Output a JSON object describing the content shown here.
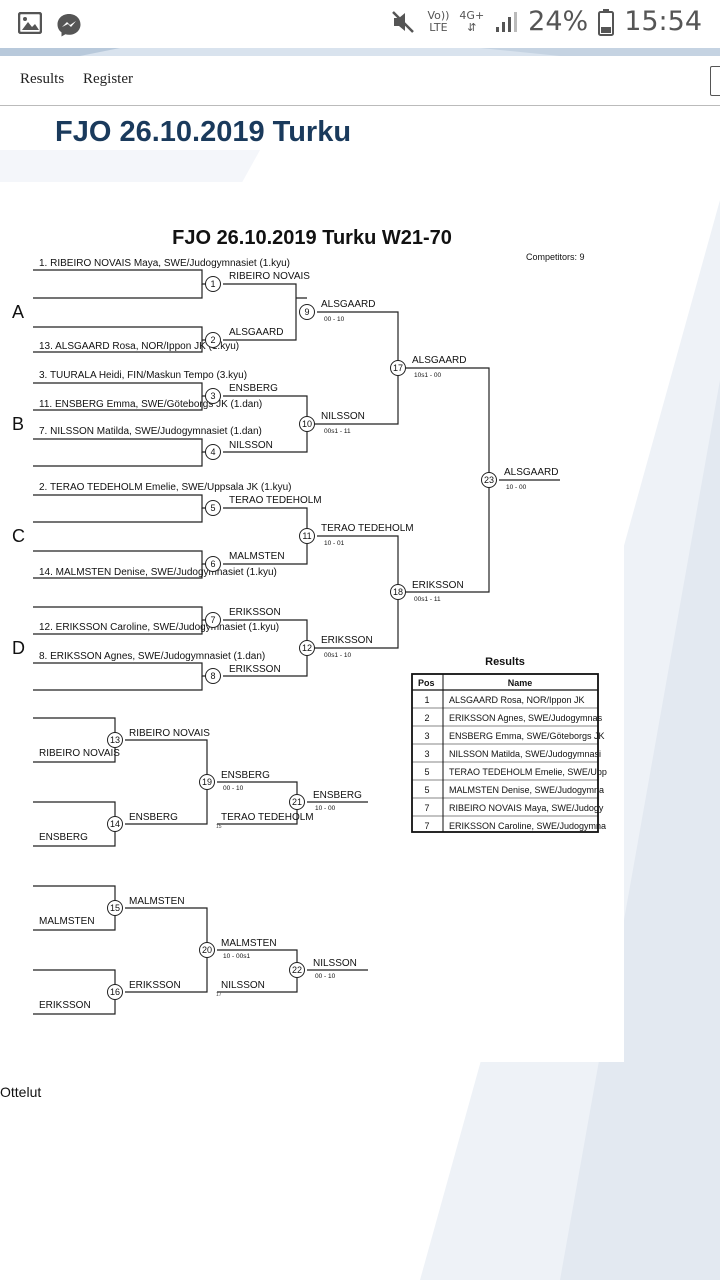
{
  "status": {
    "battery": "24%",
    "time": "15:54",
    "volte_top": "Vo))",
    "volte_bottom": "LTE",
    "network": "4G+"
  },
  "nav": {
    "items": [
      "Results",
      "Register"
    ]
  },
  "page": {
    "title": "FJO 26.10.2019 Turku"
  },
  "bracket": {
    "title": "FJO  26.10.2019  Turku    W21-70",
    "competitors": "Competitors: 9",
    "pools": [
      "A",
      "B",
      "C",
      "D"
    ],
    "entries": [
      "1. RIBEIRO NOVAIS Maya, SWE/Judogymnasiet (1.kyu)",
      "13. ALSGAARD Rosa, NOR/Ippon JK (1.kyu)",
      "3. TUURALA Heidi, FIN/Maskun Tempo (3.kyu)",
      "11. ENSBERG Emma, SWE/Göteborgs JK (1.dan)",
      "7. NILSSON Matilda, SWE/Judogymnasiet (1.dan)",
      "2. TERAO TEDEHOLM Emelie, SWE/Uppsala JK (1.kyu)",
      "14. MALMSTEN Denise, SWE/Judogymnasiet (1.kyu)",
      "12. ERIKSSON Caroline, SWE/Judogymnasiet (1.kyu)",
      "8. ERIKSSON Agnes, SWE/Judogymnasiet (1.dan)"
    ],
    "main_labels": [
      "RIBEIRO NOVAIS",
      "ALSGAARD",
      "ENSBERG",
      "NILSSON",
      "TERAO TEDEHOLM",
      "MALMSTEN",
      "ERIKSSON",
      "ERIKSSON",
      "ALSGAARD",
      "NILSSON",
      "TERAO TEDEHOLM",
      "ERIKSSON",
      "ALSGAARD",
      "ERIKSSON",
      "ALSGAARD"
    ],
    "scores": [
      "00 - 10",
      "00s1 - 11",
      "10 - 01",
      "00s1 - 10",
      "10s1 - 00",
      "00s1 - 11",
      "10 - 00"
    ],
    "match_numbers": [
      "1",
      "2",
      "3",
      "4",
      "5",
      "6",
      "7",
      "8",
      "9",
      "10",
      "11",
      "12",
      "17",
      "18",
      "23",
      "13",
      "14",
      "19",
      "21",
      "15",
      "16",
      "20",
      "22"
    ],
    "repechage_labels": [
      "RIBEIRO NOVAIS",
      "RIBEIRO NOVAIS",
      "ENSBERG",
      "ENSBERG",
      "ENSBERG",
      "TERAO TEDEHOLM",
      "ENSBERG",
      "MALMSTEN",
      "MALMSTEN",
      "ERIKSSON",
      "ERIKSSON",
      "MALMSTEN",
      "NILSSON",
      "NILSSON"
    ],
    "repechage_scores": [
      "00 - 10",
      "10 - 00",
      "10 - 00s1",
      "00 - 10"
    ],
    "small_marks": [
      "15",
      "17"
    ],
    "results_title": "Results",
    "results_headers": [
      "Pos",
      "Name"
    ],
    "results": [
      {
        "pos": "1",
        "name": "ALSGAARD Rosa, NOR/Ippon JK"
      },
      {
        "pos": "2",
        "name": "ERIKSSON Agnes, SWE/Judogymnas"
      },
      {
        "pos": "3",
        "name": "ENSBERG Emma, SWE/Göteborgs JK"
      },
      {
        "pos": "3",
        "name": "NILSSON Matilda, SWE/Judogymnasi"
      },
      {
        "pos": "5",
        "name": "TERAO TEDEHOLM Emelie, SWE/Upp"
      },
      {
        "pos": "5",
        "name": "MALMSTEN Denise, SWE/Judogymna"
      },
      {
        "pos": "7",
        "name": "RIBEIRO NOVAIS Maya, SWE/Judogy"
      },
      {
        "pos": "7",
        "name": "ERIKSSON Caroline, SWE/Judogymna"
      }
    ]
  },
  "footer": {
    "link": "Ottelut"
  }
}
